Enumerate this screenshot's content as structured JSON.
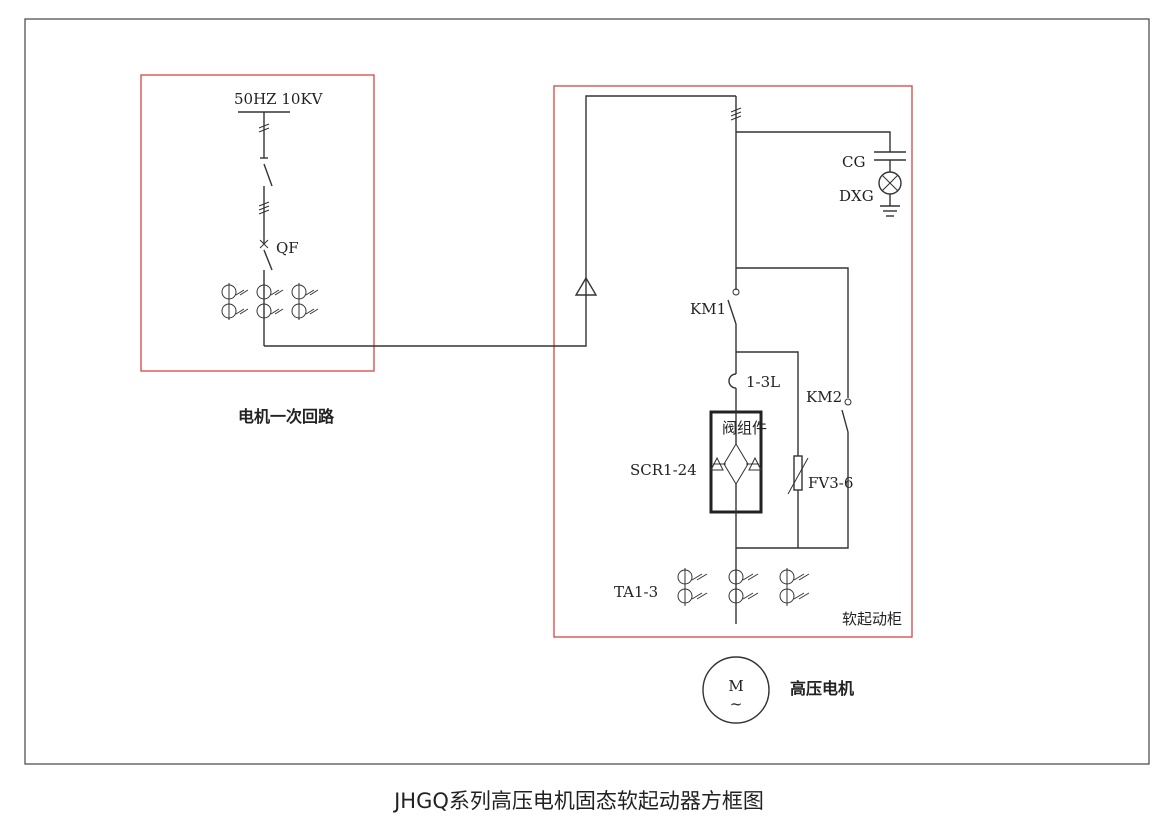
{
  "labels": {
    "supply": "50HZ 10KV",
    "breaker": "QF",
    "km1": "KM1",
    "reactor": "1-3L",
    "km2": "KM2",
    "valve_group": "阀组件",
    "scr": "SCR1-24",
    "fv": "FV3-6",
    "ta": "TA1-3",
    "cg": "CG",
    "dxg": "DXG",
    "motor_symbol": "M",
    "motor_tilde": "~"
  },
  "sections": {
    "primary_circuit": "电机一次回路",
    "soft_start_cabinet": "软起动柜",
    "hv_motor": "高压电机"
  },
  "title": "JHGQ系列高压电机固态软起动器方框图",
  "colors": {
    "frame": "#444444",
    "box_border": "#d9534f",
    "wire": "#333333"
  }
}
